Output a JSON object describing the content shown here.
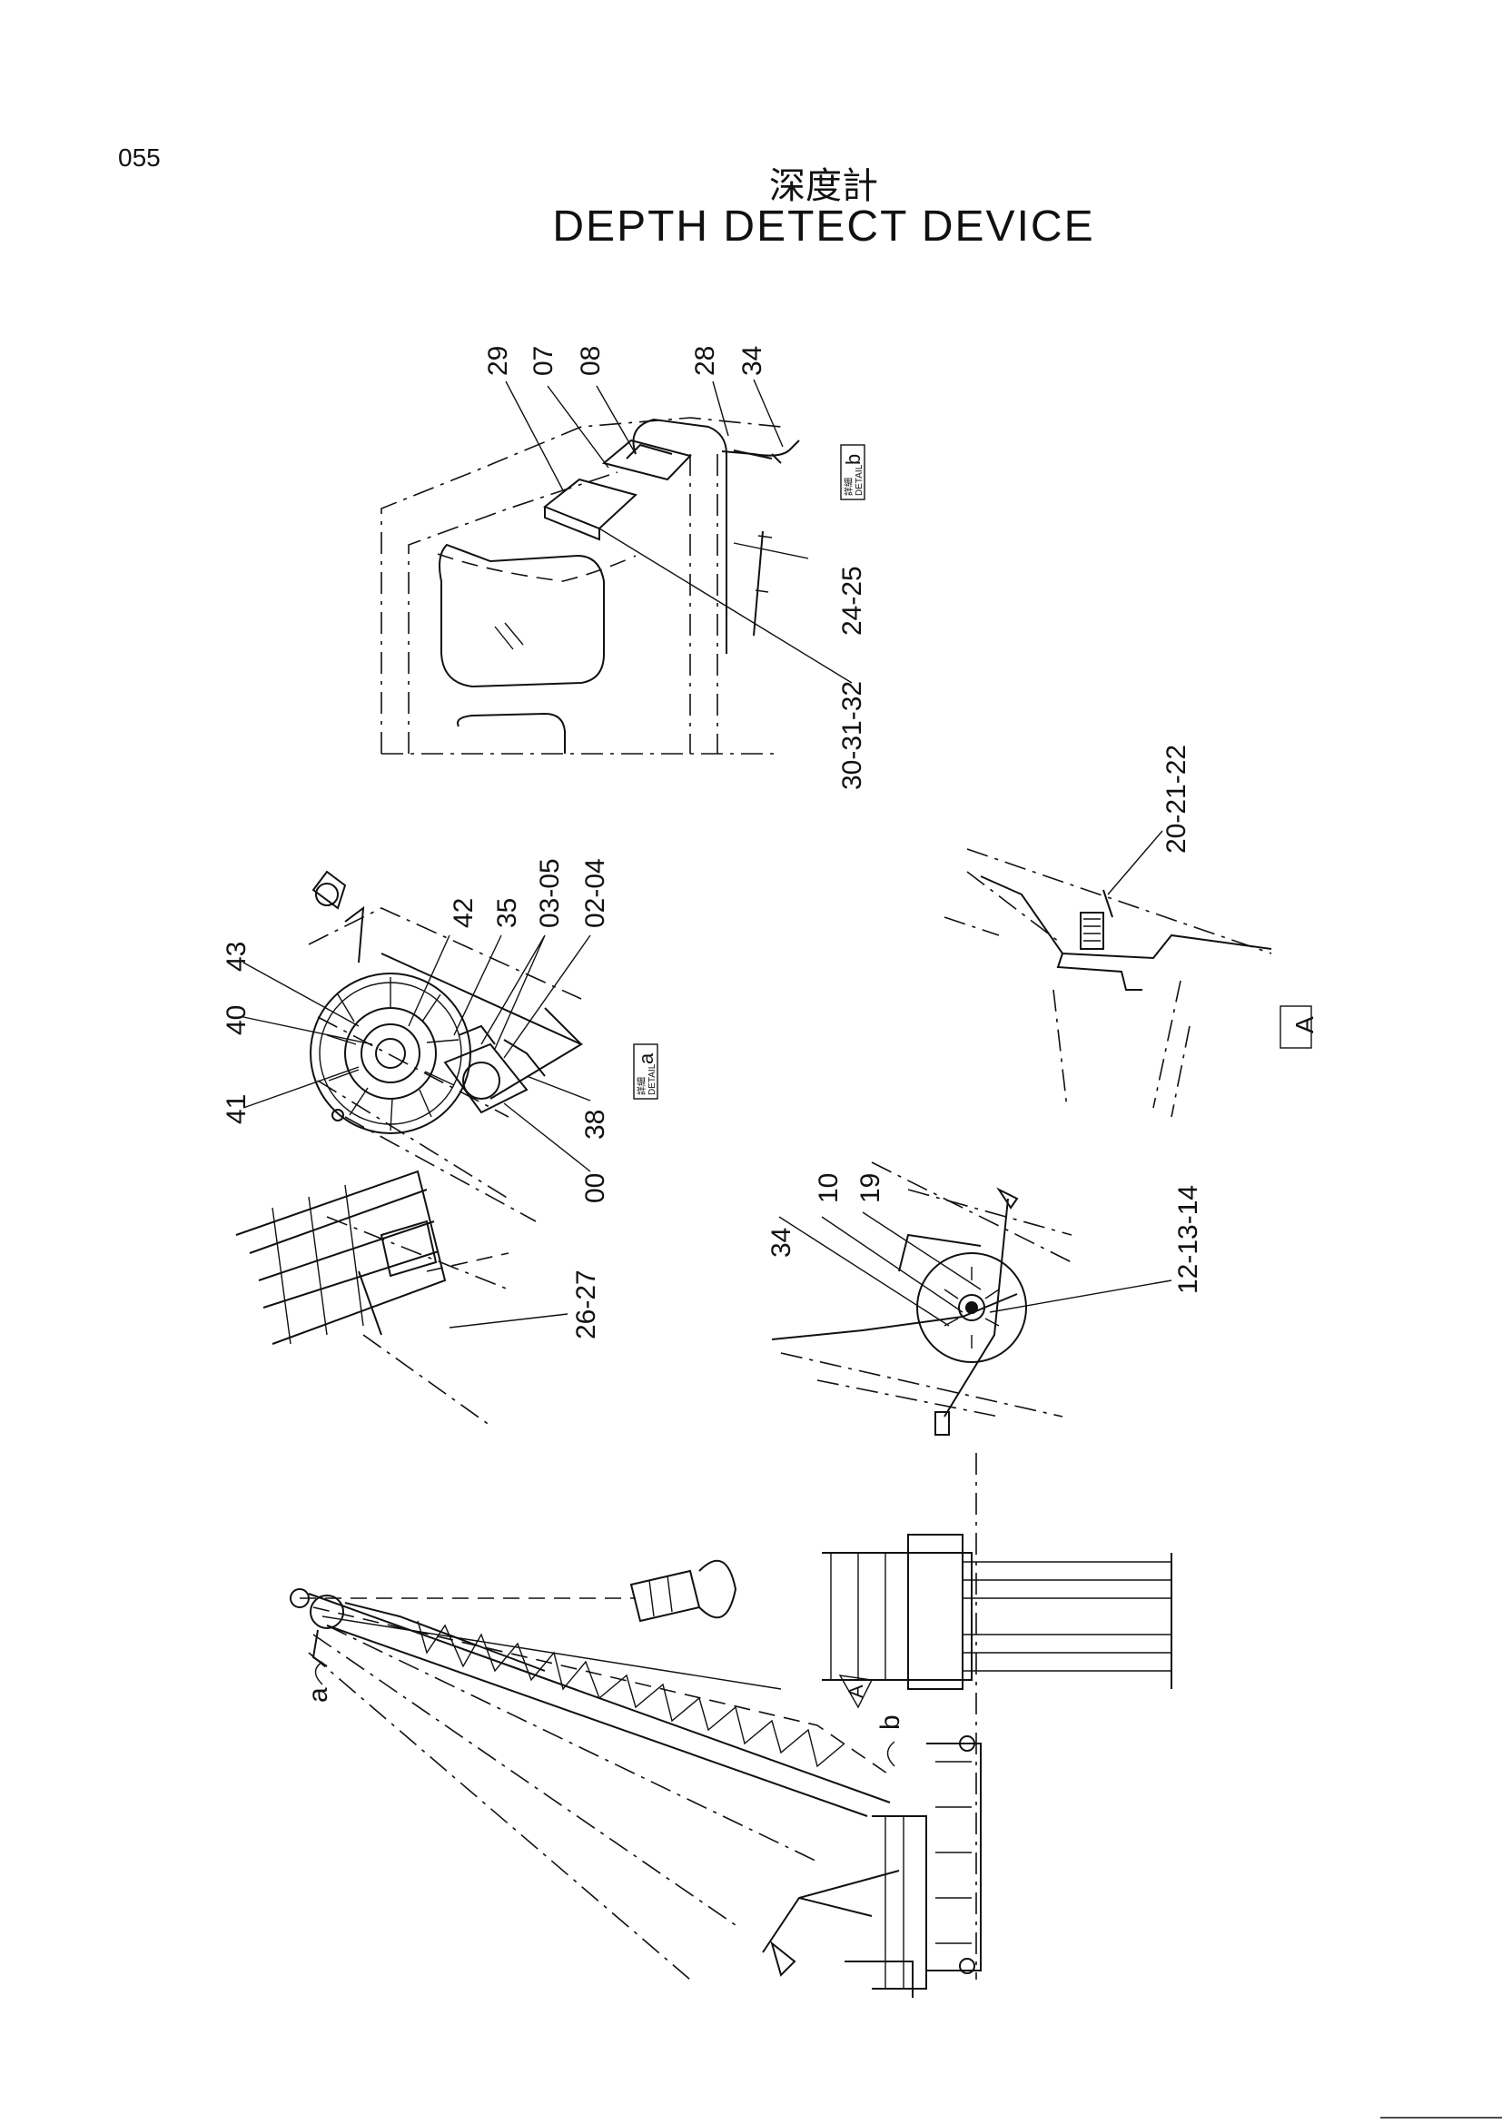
{
  "page": {
    "number": "055",
    "title_jp": "深度計",
    "title_en": "DEPTH DETECT DEVICE"
  },
  "detail_b": {
    "tag_jp": "詳細",
    "tag_en": "DETAIL",
    "tag_letter": "b",
    "callouts": [
      "29",
      "07",
      "08",
      "28",
      "34",
      "24-25",
      "30-31-32"
    ]
  },
  "detail_a": {
    "tag_jp": "詳細",
    "tag_en": "DETAIL",
    "tag_letter": "a",
    "callouts": [
      "43",
      "40",
      "41",
      "42",
      "35",
      "03-05",
      "02-04",
      "38",
      "00",
      "26-27"
    ]
  },
  "view_A": {
    "label": "A",
    "callouts": [
      "20-21-22",
      "34",
      "10",
      "19",
      "12-13-14"
    ]
  },
  "machine": {
    "callouts": [
      "a",
      "b"
    ],
    "view_marker": "A"
  }
}
